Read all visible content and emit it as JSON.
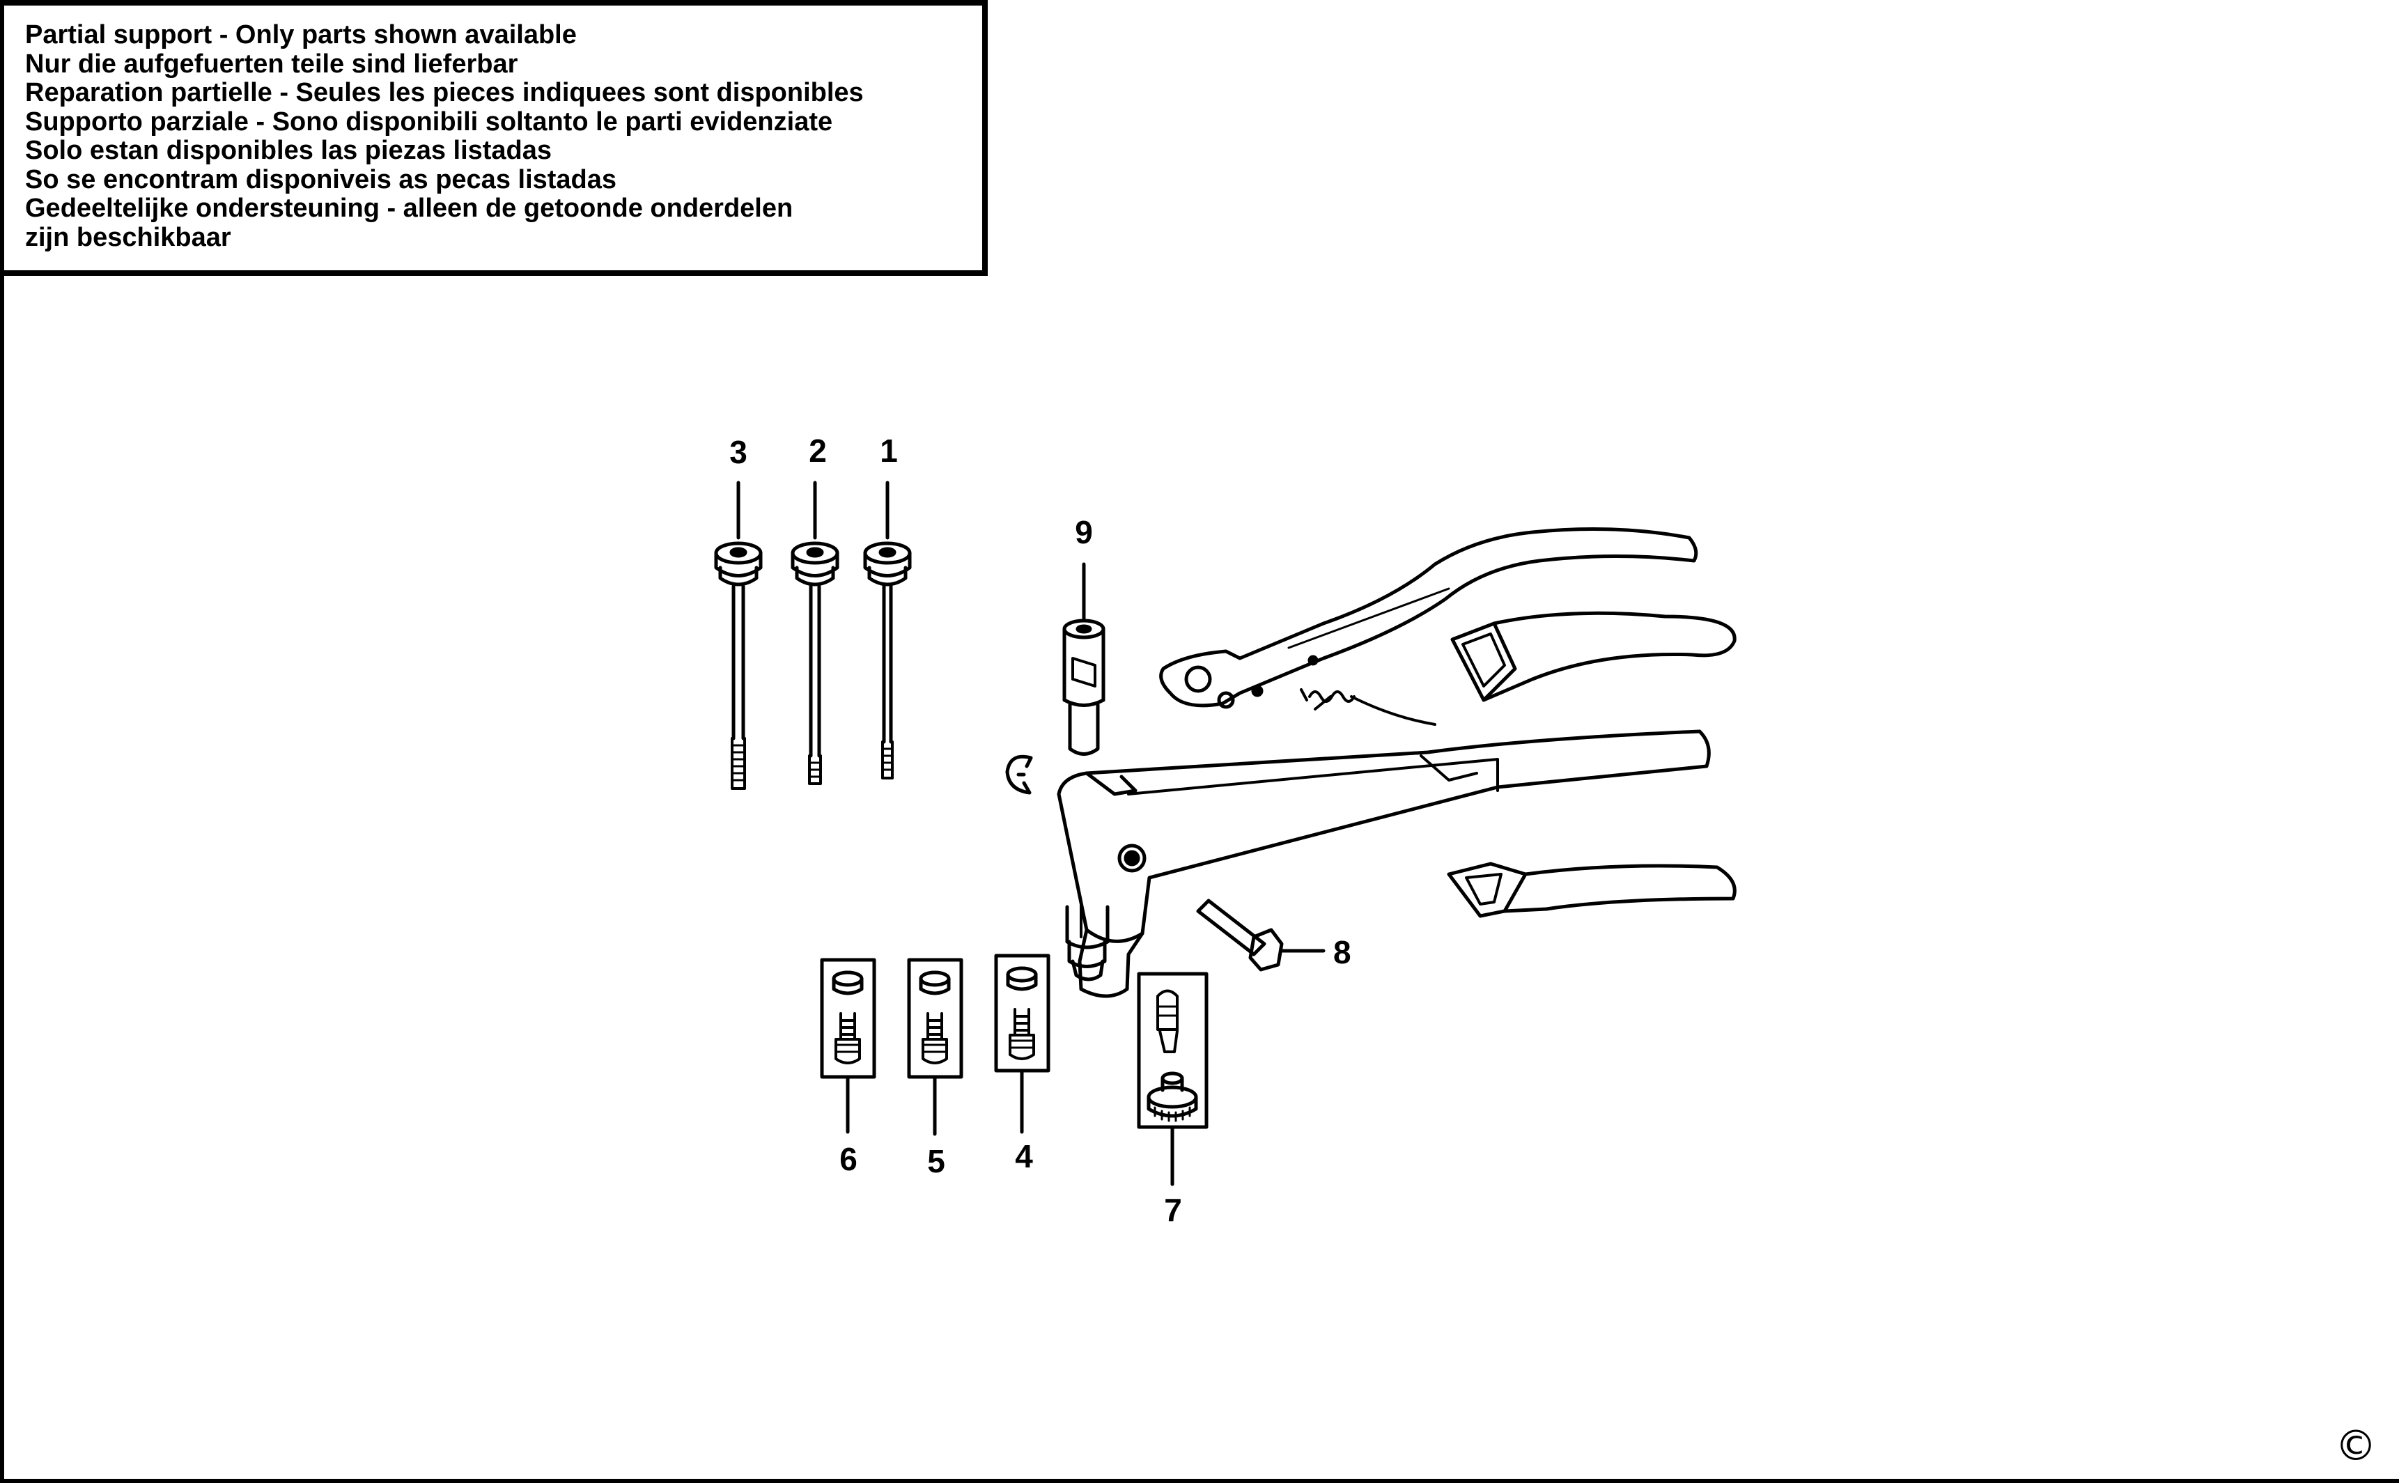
{
  "notice": {
    "lines": [
      "Partial support - Only parts shown available",
      "Nur die aufgefuerten teile sind lieferbar",
      "Reparation partielle - Seules les pieces indiquees sont disponibles",
      "Supporto parziale - Sono disponibili soltanto le parti evidenziate",
      "Solo estan disponibles las piezas listadas",
      "So se encontram disponiveis as pecas listadas",
      "Gedeeltelijke ondersteuning - alleen de getoonde onderdelen",
      "zijn beschikbaar"
    ]
  },
  "callouts": {
    "p1": "1",
    "p2": "2",
    "p3": "3",
    "p4": "4",
    "p5": "5",
    "p6": "6",
    "p7": "7",
    "p8": "8",
    "p9": "9"
  },
  "copyright": "©",
  "icons": {
    "copyright": "copyright-icon"
  }
}
